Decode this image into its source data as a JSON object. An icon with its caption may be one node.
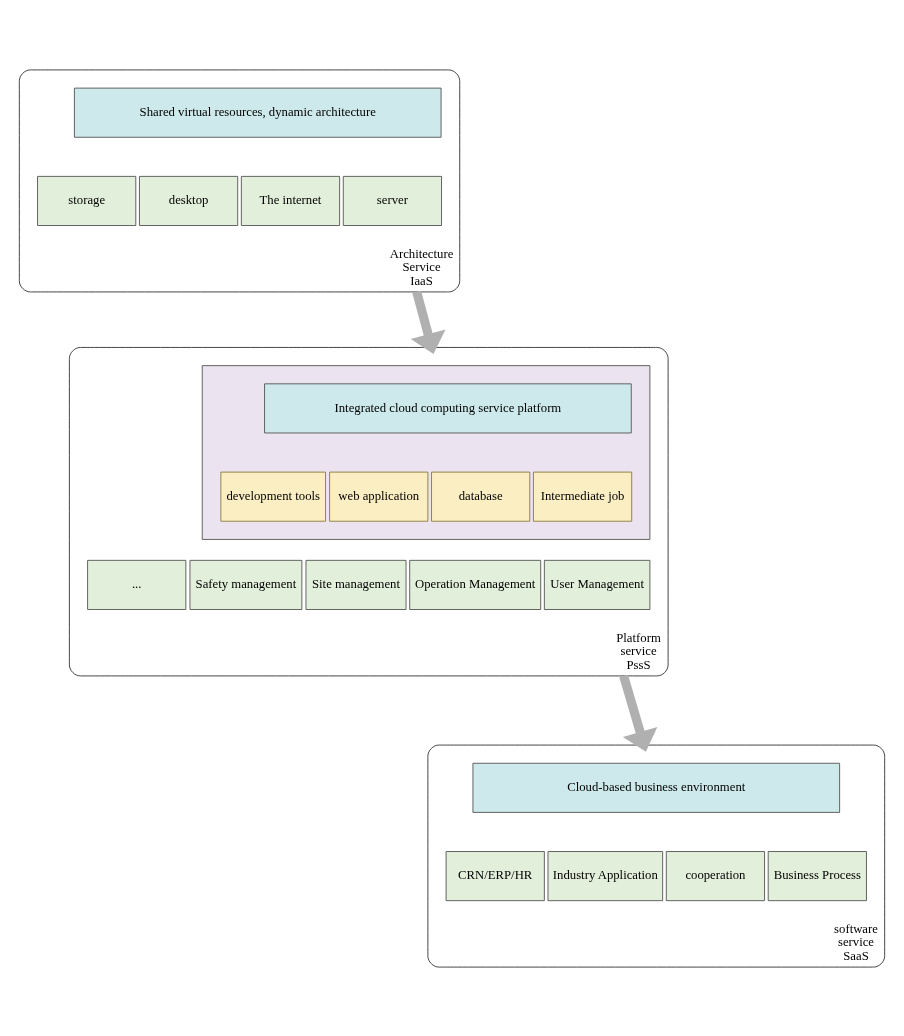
{
  "diagram": {
    "nodes": [
      {
        "text": [
          "Architecture Service IaaS"
        ]
      },
      {
        "text": [
          "Shared virtual resources, dynamic architecture"
        ],
        "in": 0
      },
      {
        "text": [
          "storage"
        ],
        "in": 0
      },
      {
        "text": [
          "desktop"
        ],
        "in": 0
      },
      {
        "text": [
          "The internet"
        ],
        "in": 0
      },
      {
        "text": [
          "server"
        ],
        "in": 0
      },
      {
        "text": [
          "Platform service PssS"
        ]
      },
      {
        "text": [],
        "shape": "box",
        "in": 6
      },
      {
        "text": [
          "Integrated cloud computing service platform"
        ],
        "in": 7
      },
      {
        "text": [
          "development tools"
        ],
        "in": 7
      },
      {
        "text": [
          "web application"
        ],
        "in": 7
      },
      {
        "text": [
          "database"
        ],
        "in": 7
      },
      {
        "text": [
          "Intermediate job"
        ],
        "in": 7
      },
      {
        "text": [
          "..."
        ],
        "in": 6
      },
      {
        "text": [
          "Safety management"
        ],
        "in": 6
      },
      {
        "text": [
          "Site management"
        ],
        "in": 6
      },
      {
        "text": [
          "Operation Management"
        ],
        "in": 6
      },
      {
        "text": [
          "User Management"
        ],
        "in": 6
      },
      {
        "text": [
          "software service SaaS"
        ]
      },
      {
        "text": [
          "Cloud-based business environment"
        ],
        "in": 18
      },
      {
        "text": [
          "CRN/ERP/HR"
        ],
        "in": 18
      },
      {
        "text": [
          "Industry Application"
        ],
        "in": 18
      },
      {
        "text": [
          "cooperation"
        ],
        "in": 18
      },
      {
        "text": [
          "Business Process"
        ],
        "in": 18
      }
    ],
    "edges": [
      {
        "from": 0,
        "to": 6,
        "arrow": "to"
      },
      {
        "from": 6,
        "to": 18,
        "arrow": "to"
      }
    ]
  }
}
